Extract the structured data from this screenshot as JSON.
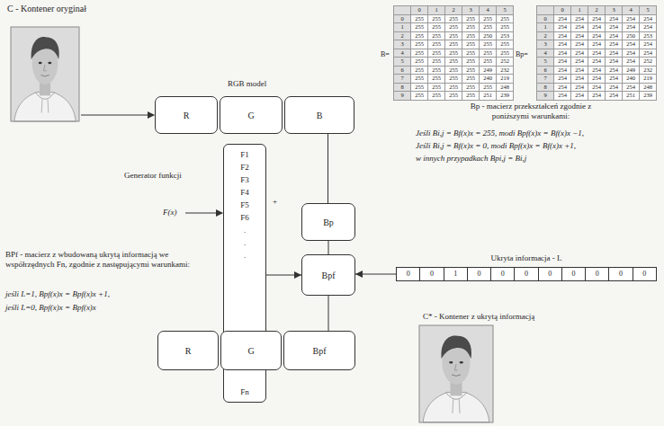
{
  "diagram": {
    "nodes": [
      {
        "text": [
          "R"
        ]
      },
      {
        "text": [
          "G"
        ]
      },
      {
        "text": [
          "B"
        ]
      },
      {
        "text": [
          "F1",
          "F2",
          "F3",
          "F4",
          "F5",
          "F6",
          ".",
          ".",
          ".",
          "Fn"
        ]
      },
      {
        "text": [
          "Bp"
        ]
      },
      {
        "text": [
          "Bpf"
        ]
      },
      {
        "text": [
          "Ukryta informacja - L",
          "0",
          "0",
          "1",
          "0",
          "0",
          "0",
          "0",
          "0",
          "0",
          "0",
          "0"
        ]
      },
      {
        "text": [
          "R"
        ]
      },
      {
        "text": [
          "G"
        ]
      },
      {
        "text": [
          "Bpf"
        ]
      }
    ],
    "edges": [
      {
        "from": 2,
        "to": 4,
        "arrow": "none"
      },
      {
        "from": 4,
        "to": 5,
        "arrow": "none"
      },
      {
        "from": 3,
        "to": 5,
        "arrow": "to"
      },
      {
        "from": 6,
        "to": 5,
        "arrow": "to"
      },
      {
        "from": 5,
        "to": 9,
        "arrow": "none"
      }
    ],
    "labels": [
      "C - Kontener oryginał",
      "RGB model",
      "B=",
      "Bp=",
      "0",
      "1",
      "2",
      "3",
      "4",
      "5",
      "0",
      "255",
      "255",
      "255",
      "255",
      "255",
      "255",
      "1",
      "255",
      "255",
      "255",
      "255",
      "255",
      "255",
      "2",
      "255",
      "255",
      "255",
      "255",
      "250",
      "253",
      "3",
      "255",
      "255",
      "255",
      "255",
      "255",
      "255",
      "4",
      "255",
      "255",
      "255",
      "255",
      "255",
      "255",
      "5",
      "255",
      "255",
      "255",
      "255",
      "255",
      "252",
      "6",
      "255",
      "255",
      "255",
      "255",
      "249",
      "232",
      "7",
      "255",
      "255",
      "255",
      "255",
      "240",
      "219",
      "8",
      "255",
      "255",
      "255",
      "255",
      "255",
      "248",
      "9",
      "255",
      "255",
      "255",
      "255",
      "251",
      "239",
      "0",
      "1",
      "2",
      "3",
      "4",
      "5",
      "0",
      "254",
      "254",
      "254",
      "254",
      "254",
      "254",
      "1",
      "254",
      "254",
      "254",
      "254",
      "254",
      "254",
      "2",
      "254",
      "254",
      "254",
      "254",
      "250",
      "253",
      "3",
      "254",
      "254",
      "254",
      "254",
      "254",
      "254",
      "4",
      "254",
      "254",
      "254",
      "254",
      "254",
      "254",
      "5",
      "254",
      "254",
      "254",
      "254",
      "254",
      "252",
      "6",
      "254",
      "254",
      "254",
      "254",
      "249",
      "232",
      "7",
      "254",
      "254",
      "254",
      "254",
      "240",
      "219",
      "8",
      "254",
      "254",
      "254",
      "254",
      "254",
      "248",
      "9",
      "254",
      "254",
      "254",
      "254",
      "251",
      "239",
      "Bp - macierz przekształceń zgodnie z poniższymi warunkami:",
      "Jeśli Bi,j = Bf(x)x = 255, modi Bpf(x)x = Bf(x)x −1,",
      "Jeśli Bi,j = Bf(x)x = 0, modi Bpf(x)x = Bf(x)x +1,",
      "w innych przypadkach Bpi,j = Bi,j",
      "Generator funkcji",
      "F(x)",
      "+",
      "BPf - macierz z wbudowaną ukrytą informacją we współrzędnych Fn, zgodnie z następującymi warunkami:",
      "jeśli L=1, Bpf(x)x = Bpf(x)x +1,",
      "jeśli L=0, Bpf(x)x = Bpf(x)x",
      "C* - Kontener z ukrytą informacją"
    ]
  }
}
